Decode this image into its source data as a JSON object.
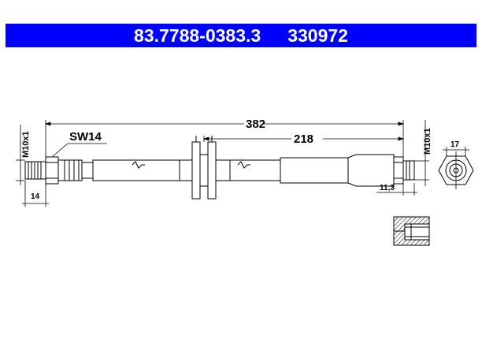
{
  "header": {
    "part_number": "83.7788-0383.3",
    "alt_number": "330972",
    "bg_color": "#0000ff",
    "text_color": "#ffffff"
  },
  "drawing": {
    "dim_total_length": "382",
    "dim_partial_length": "218",
    "label_wrench": "SW14",
    "thread_left": "M10x1",
    "thread_right": "M10x1",
    "dim_left_end": "14",
    "dim_right_end": "11,3",
    "dim_end_view": "17"
  }
}
